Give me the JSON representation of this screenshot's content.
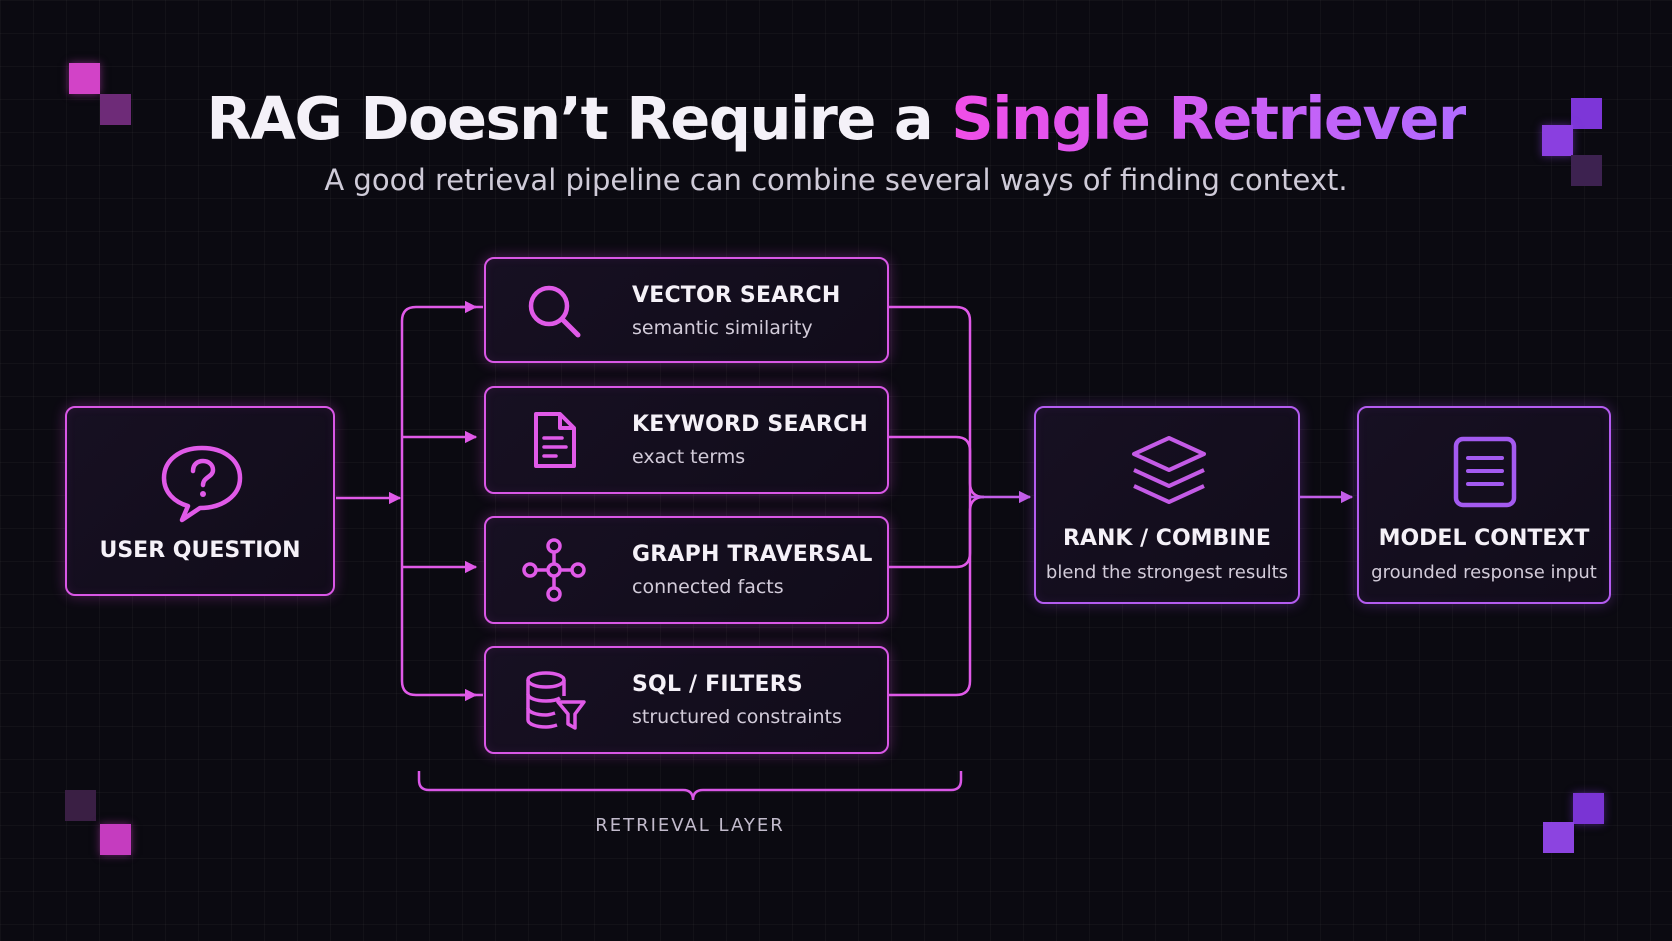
{
  "header": {
    "title_plain": "RAG Doesn’t Require a",
    "title_highlight": "Single Retriever",
    "subtitle": "A good retrieval pipeline can combine several ways of finding context."
  },
  "input_node": {
    "label": "USER QUESTION",
    "icon": "question-speech-bubble-icon"
  },
  "retrievers": [
    {
      "title": "VECTOR SEARCH",
      "subtitle": "semantic similarity",
      "icon": "magnifier-icon"
    },
    {
      "title": "KEYWORD SEARCH",
      "subtitle": "exact terms",
      "icon": "document-icon"
    },
    {
      "title": "GRAPH TRAVERSAL",
      "subtitle": "connected facts",
      "icon": "graph-nodes-icon"
    },
    {
      "title": "SQL / FILTERS",
      "subtitle": "structured constraints",
      "icon": "database-filter-icon"
    }
  ],
  "retrieval_layer_label": "RETRIEVAL LAYER",
  "rank_node": {
    "title": "RANK / COMBINE",
    "subtitle": "blend the strongest results",
    "icon": "layers-stack-icon"
  },
  "output_node": {
    "title": "MODEL CONTEXT",
    "subtitle": "grounded response input",
    "icon": "text-page-icon"
  },
  "colors": {
    "background": "#0b0a11",
    "magenta": "#e05ae8",
    "violet": "#a35af0",
    "title_highlight_start": "#f04ee8",
    "title_highlight_end": "#b06bff"
  }
}
